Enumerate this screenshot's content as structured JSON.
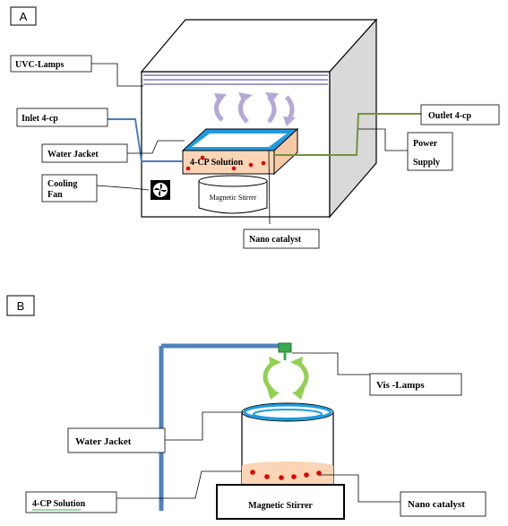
{
  "panels": {
    "a": {
      "letter": "A",
      "labels": {
        "uvc_lamps": "UVC-Lamps",
        "inlet": "Inlet 4-cp",
        "water_jacket": "Water Jacket",
        "cooling_fan_1": "Cooling",
        "cooling_fan_2": "Fan",
        "solution": "4-CP  Solution",
        "stirrer": "Magnetic Stirrer",
        "nano_catalyst": "Nano catalyst",
        "outlet": "Outlet 4-cp",
        "power_supply_1": "Power",
        "power_supply_2": "Supply"
      }
    },
    "b": {
      "letter": "B",
      "labels": {
        "vis_lamps": "Vis -Lamps",
        "water_jacket": "Water Jacket",
        "solution": "4-CP  Solution",
        "stirrer": "Magnetic Stirrer",
        "nano_catalyst": "Nano catalyst"
      }
    }
  },
  "colors": {
    "box_side": "#d9d9d9",
    "water_blue": "#1f9be0",
    "inlet_line": "#4a7ebb",
    "outlet_line": "#76923c",
    "lamp": "#a09bc9",
    "arrow_purple": "#b4a9d6",
    "arrow_green": "#92d050",
    "solution_fill": "#fbd5b5",
    "dot_red": "#e00000",
    "stand_blue": "#4f81bd"
  }
}
